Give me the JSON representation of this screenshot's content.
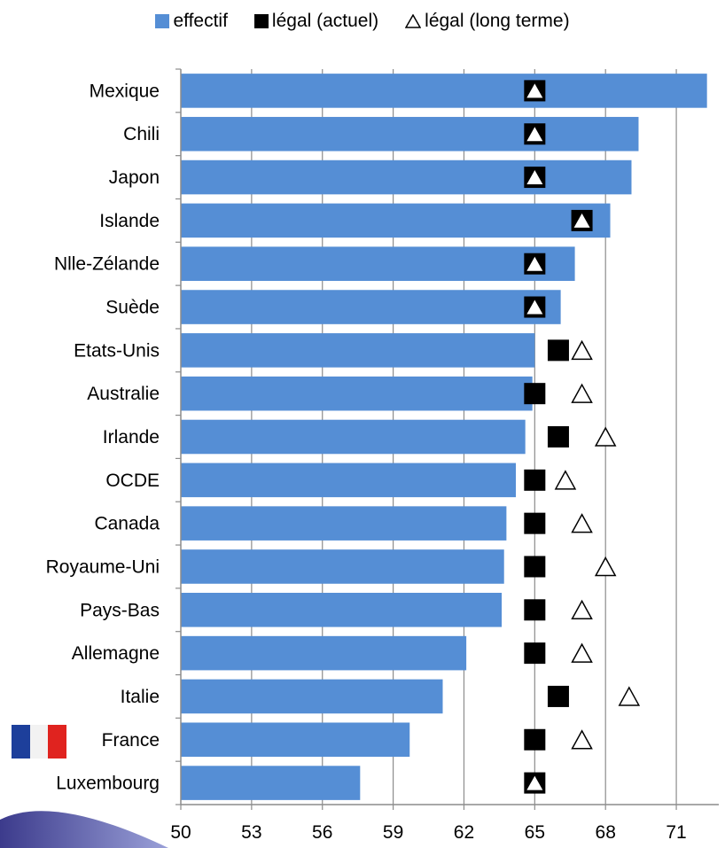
{
  "chart_data": {
    "type": "bar",
    "orientation": "horizontal",
    "legend": [
      {
        "key": "effectif",
        "label": "effectif",
        "color": "#558ed5",
        "marker": "bar"
      },
      {
        "key": "legal_actuel",
        "label": "légal (actuel)",
        "color": "#000000",
        "marker": "filled-square"
      },
      {
        "key": "legal_long_terme",
        "label": "légal (long terme)",
        "color": "#000000",
        "marker": "open-triangle"
      }
    ],
    "legend_position": "top",
    "categories": [
      "Mexique",
      "Chili",
      "Japon",
      "Islande",
      "Nlle-Zélande",
      "Suède",
      "Etats-Unis",
      "Australie",
      "Irlande",
      "OCDE",
      "Canada",
      "Royaume-Uni",
      "Pays-Bas",
      "Allemagne",
      "Italie",
      "France",
      "Luxembourg"
    ],
    "series": [
      {
        "name": "effectif",
        "values": [
          72.3,
          69.4,
          69.1,
          68.2,
          66.7,
          66.1,
          65.0,
          64.9,
          64.6,
          64.2,
          63.8,
          63.7,
          63.6,
          62.1,
          61.1,
          59.7,
          57.6
        ]
      },
      {
        "name": "légal (actuel)",
        "values": [
          65,
          65,
          65,
          67,
          65,
          65,
          66,
          65,
          66,
          65,
          65,
          65,
          65,
          65,
          66,
          65,
          65
        ]
      },
      {
        "name": "légal (long terme)",
        "values": [
          65,
          65,
          65,
          67,
          65,
          65,
          67,
          67,
          68,
          66.3,
          67,
          68,
          67,
          67,
          69,
          67,
          65
        ]
      }
    ],
    "xlim": [
      50,
      72.5
    ],
    "xticks": [
      "50",
      "53",
      "56",
      "59",
      "62",
      "65",
      "68",
      "71"
    ],
    "gridlines": "vertical"
  },
  "colors": {
    "bar": "#558ed5",
    "flag_blue": "#1d3f9b",
    "flag_white": "#f2f2f2",
    "flag_red": "#e0231f"
  },
  "icons": {
    "flag": "france-flag-icon"
  }
}
